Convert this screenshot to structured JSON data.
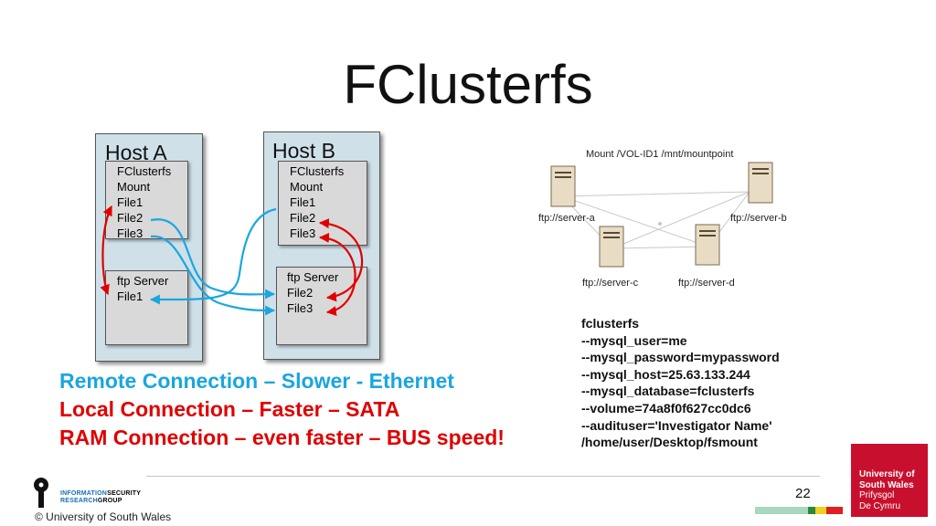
{
  "slide": {
    "title": "FClusterfs",
    "page_number": "22"
  },
  "host_a": {
    "label": "Host A",
    "fs_lines": [
      "FClusterfs",
      "Mount",
      "File1",
      "File2",
      "File3"
    ],
    "ftp_lines": [
      "ftp Server",
      "File1"
    ]
  },
  "host_b": {
    "label": "Host B",
    "fs_lines": [
      "FClusterfs",
      "Mount",
      "File1",
      "File2",
      "File3"
    ],
    "ftp_lines": [
      "ftp Server",
      "File2",
      "File3"
    ]
  },
  "network": {
    "mount_label": "Mount /VOL-ID1 /mnt/mountpoint",
    "servers": [
      "ftp://server-a",
      "ftp://server-b",
      "ftp://server-c",
      "ftp://server-d"
    ]
  },
  "command": {
    "lines": [
      "fclusterfs",
      "--mysql_user=me",
      "--mysql_password=mypassword",
      "--mysql_host=25.63.133.244",
      "--mysql_database=fclusterfs",
      "--volume=74a8f0f627cc0dc6",
      "--audituser='Investigator Name'",
      "/home/user/Desktop/fsmount"
    ]
  },
  "legend": {
    "remote": "Remote Connection – Slower - Ethernet",
    "local": "Local Connection – Faster – SATA",
    "ram": "RAM Connection – even faster – BUS speed!"
  },
  "footer": {
    "copyright": "© University of South Wales",
    "logo_line1_a": "INFORMATION",
    "logo_line1_b": "SECURITY",
    "logo_line2_a": "RESEARCH",
    "logo_line2_b": "GROUP",
    "uni_lines": [
      "University of",
      "South Wales",
      "Prifysgol",
      "De Cymru"
    ]
  },
  "colors": {
    "remote": "#1aa6e0",
    "local": "#e00000",
    "ram": "#e00000",
    "host_bg": "#cfe0e8",
    "uni_red": "#c8102e"
  }
}
